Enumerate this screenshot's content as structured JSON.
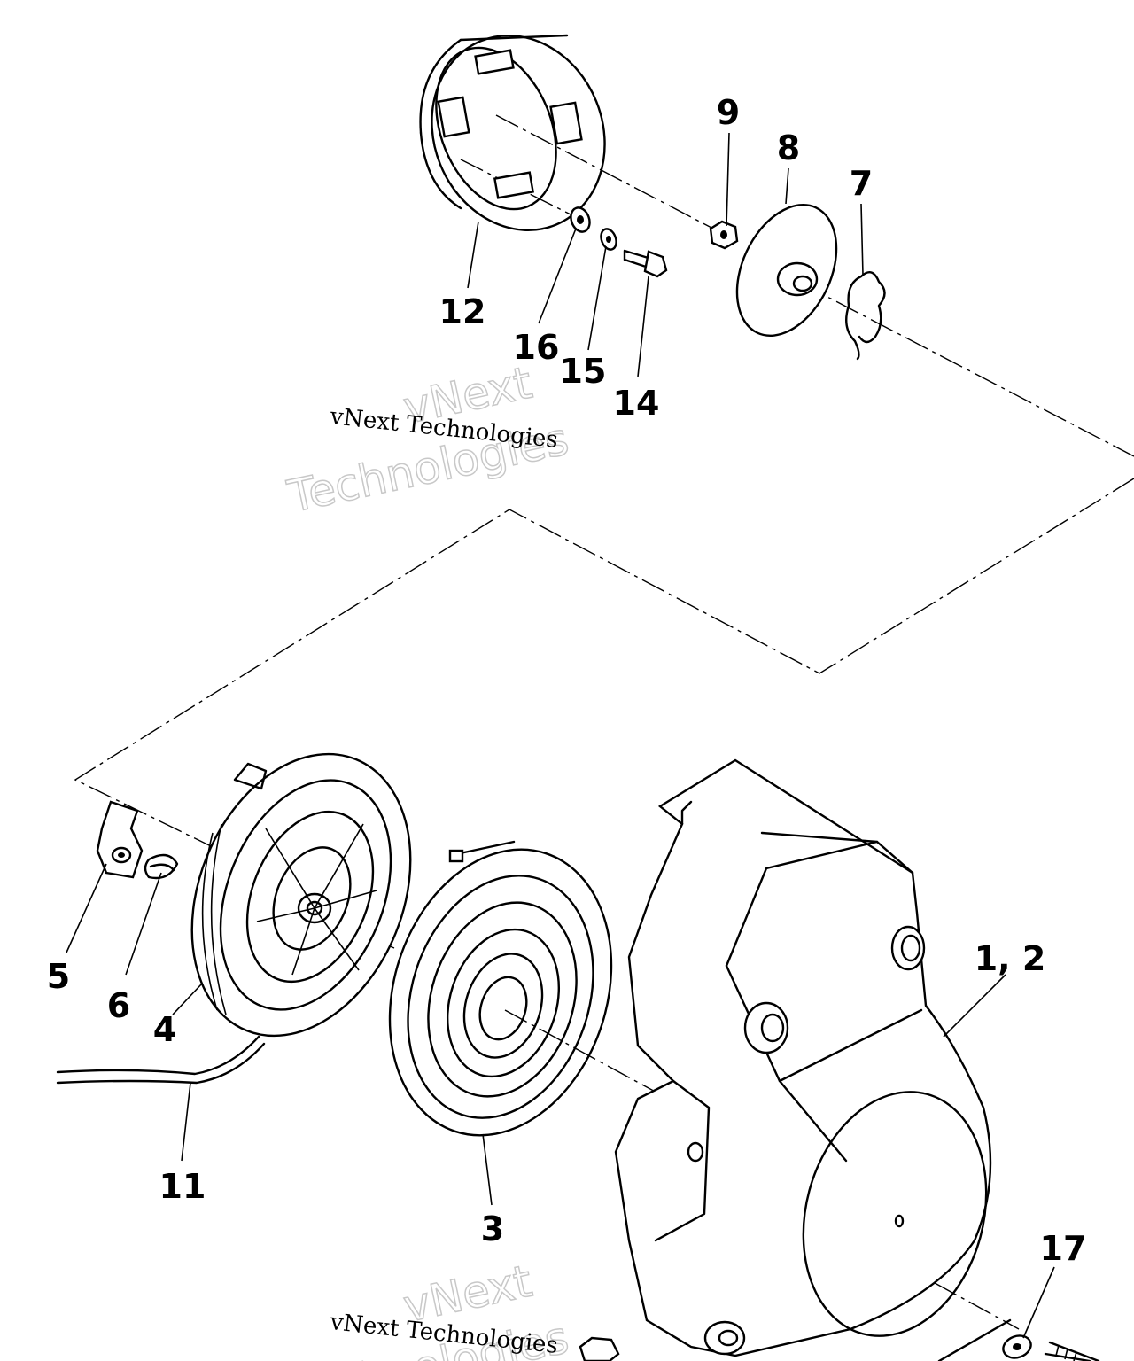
{
  "callouts": {
    "c1_2": "1, 2",
    "c3": "3",
    "c4": "4",
    "c5": "5",
    "c6": "6",
    "c7": "7",
    "c8": "8",
    "c9": "9",
    "c11": "11",
    "c12": "12",
    "c14": "14",
    "c15": "15",
    "c16": "16",
    "c17": "17"
  },
  "watermark": {
    "brand": "vNext Technologies",
    "outline_line1": "vNext",
    "outline_line2": "Technologies"
  },
  "colors": {
    "line": "#000000",
    "background": "#ffffff",
    "watermark_outline": "#c8c8c8"
  }
}
